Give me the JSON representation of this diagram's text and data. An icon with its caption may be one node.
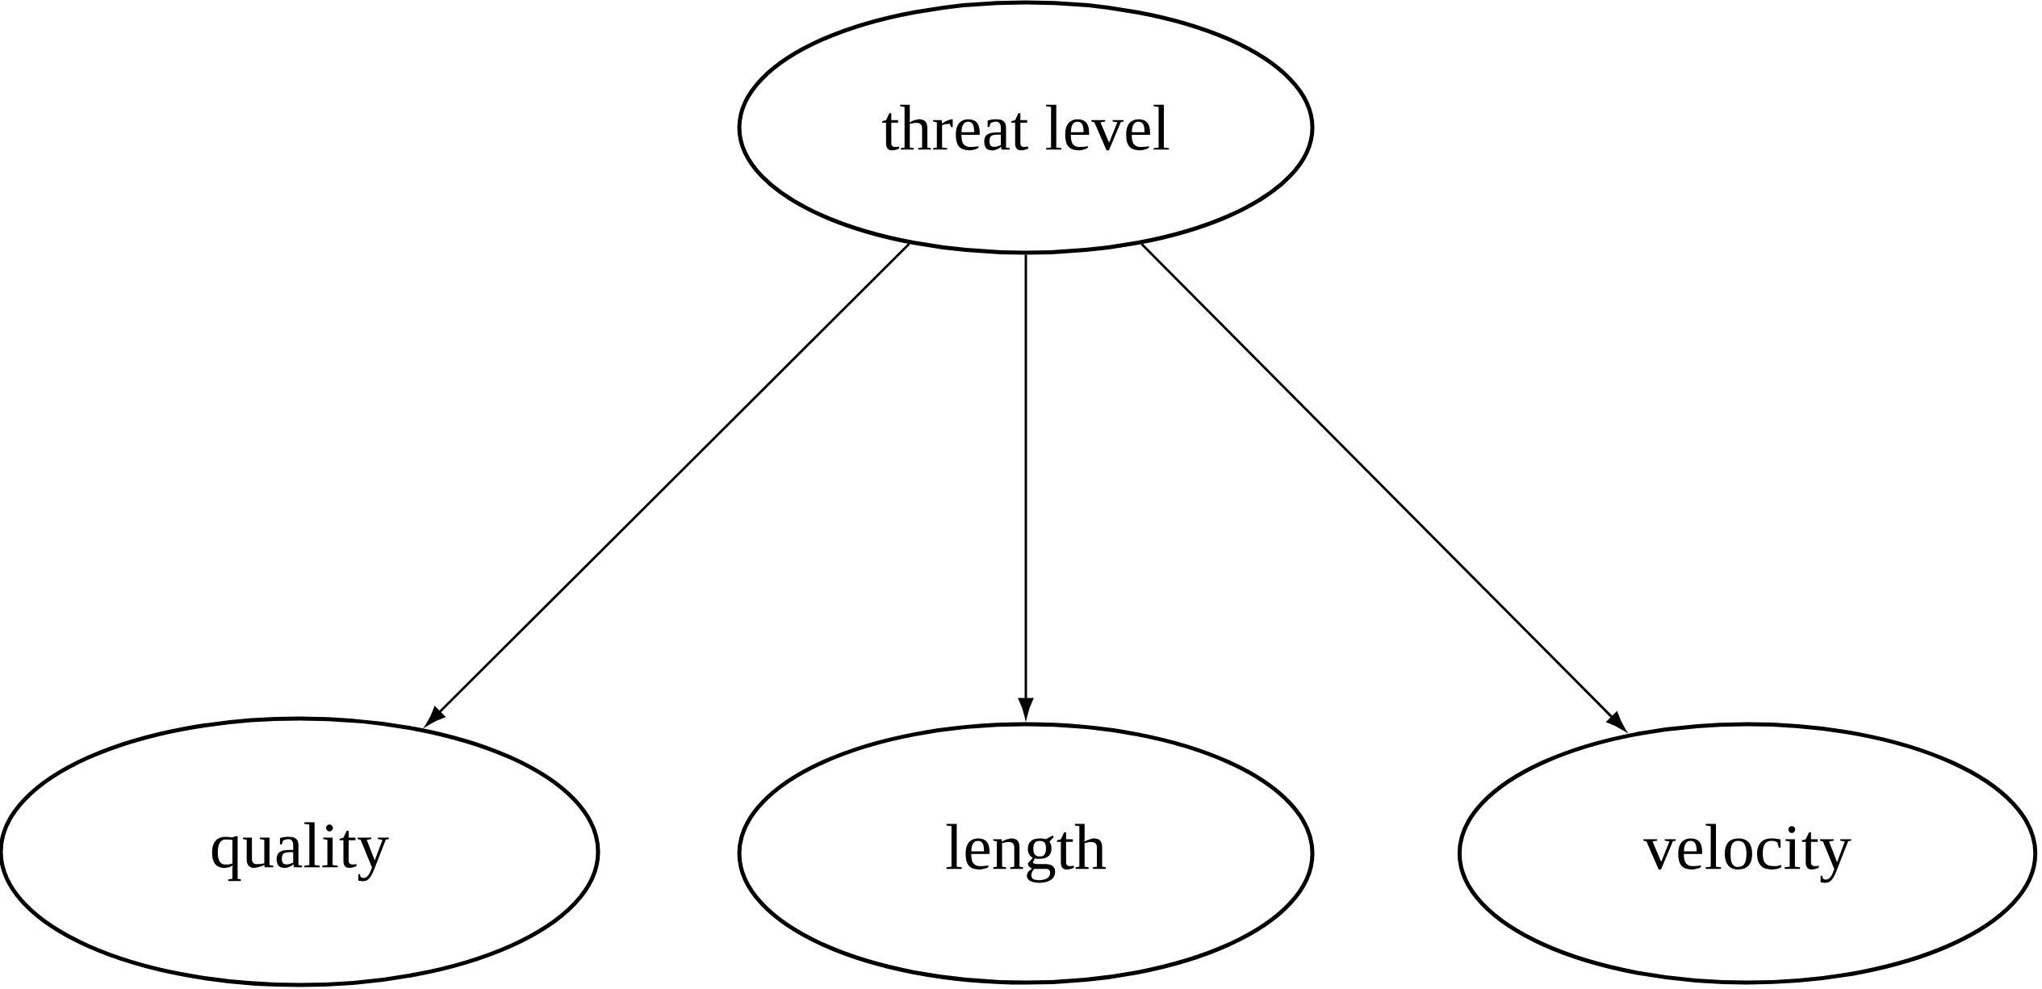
{
  "diagram": {
    "nodes": [
      {
        "text": [
          "threat level"
        ]
      },
      {
        "text": [
          "quality"
        ]
      },
      {
        "text": [
          "length"
        ]
      },
      {
        "text": [
          "velocity"
        ]
      }
    ],
    "edges": [
      {
        "from": 0,
        "to": 1,
        "arrow": "to"
      },
      {
        "from": 0,
        "to": 2,
        "arrow": "to"
      },
      {
        "from": 0,
        "to": 3,
        "arrow": "to"
      }
    ]
  }
}
